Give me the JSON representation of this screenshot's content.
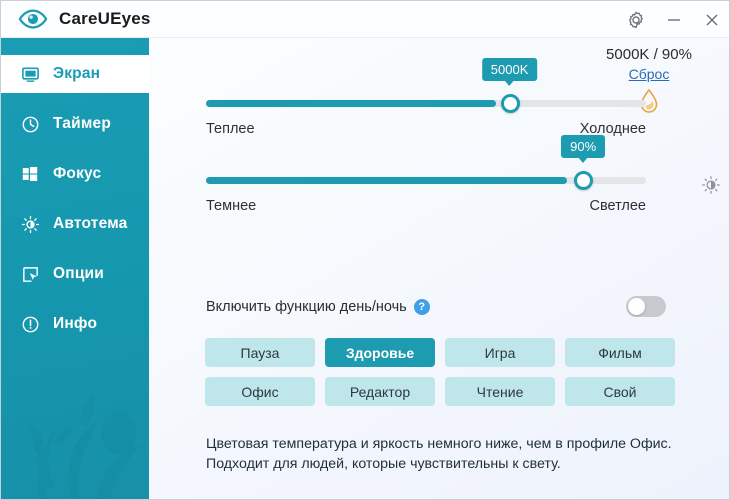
{
  "titlebar": {
    "app_name": "CareUEyes",
    "logo_icon": "eye-icon",
    "settings_icon": "gear-icon",
    "minimize_icon": "minimize-icon",
    "close_icon": "close-icon"
  },
  "sidebar": {
    "items": [
      {
        "label": "Экран",
        "icon": "monitor-icon",
        "active": true
      },
      {
        "label": "Таймер",
        "icon": "clock-icon",
        "active": false
      },
      {
        "label": "Фокус",
        "icon": "windows-grid-icon",
        "active": false
      },
      {
        "label": "Автотема",
        "icon": "sun-auto-icon",
        "active": false
      },
      {
        "label": "Опции",
        "icon": "cursor-box-icon",
        "active": false
      },
      {
        "label": "Инфо",
        "icon": "info-circle-icon",
        "active": false
      }
    ]
  },
  "readout": {
    "value": "5000K / 90%",
    "reset_label": "Сброс",
    "droplet_icon": "droplet-icon"
  },
  "temperature_slider": {
    "bubble": "5000K",
    "left_label": "Теплее",
    "right_label": "Холоднее",
    "percent": 66
  },
  "brightness_slider": {
    "bubble": "90%",
    "left_label": "Темнее",
    "right_label": "Светлее",
    "percent": 82,
    "icon": "brightness-icon"
  },
  "daynight": {
    "label": "Включить функцию день/ночь",
    "help_icon": "help-question-icon",
    "help_label": "?",
    "enabled": false
  },
  "presets": [
    {
      "label": "Пауза",
      "active": false
    },
    {
      "label": "Здоровье",
      "active": true
    },
    {
      "label": "Игра",
      "active": false
    },
    {
      "label": "Фильм",
      "active": false
    },
    {
      "label": "Офис",
      "active": false
    },
    {
      "label": "Редактор",
      "active": false
    },
    {
      "label": "Чтение",
      "active": false
    },
    {
      "label": "Свой",
      "active": false
    }
  ],
  "description": {
    "line1": "Цветовая температура и яркость немного ниже, чем в профиле Офис.",
    "line2": "Подходит для людей, которые чувствительны к свету."
  },
  "colors": {
    "accent": "#1d9bb0",
    "sidebar": "#1a9cb4",
    "preset_idle": "#bfe6ea",
    "link": "#2b6cb8",
    "droplet": "#e8a33d"
  }
}
